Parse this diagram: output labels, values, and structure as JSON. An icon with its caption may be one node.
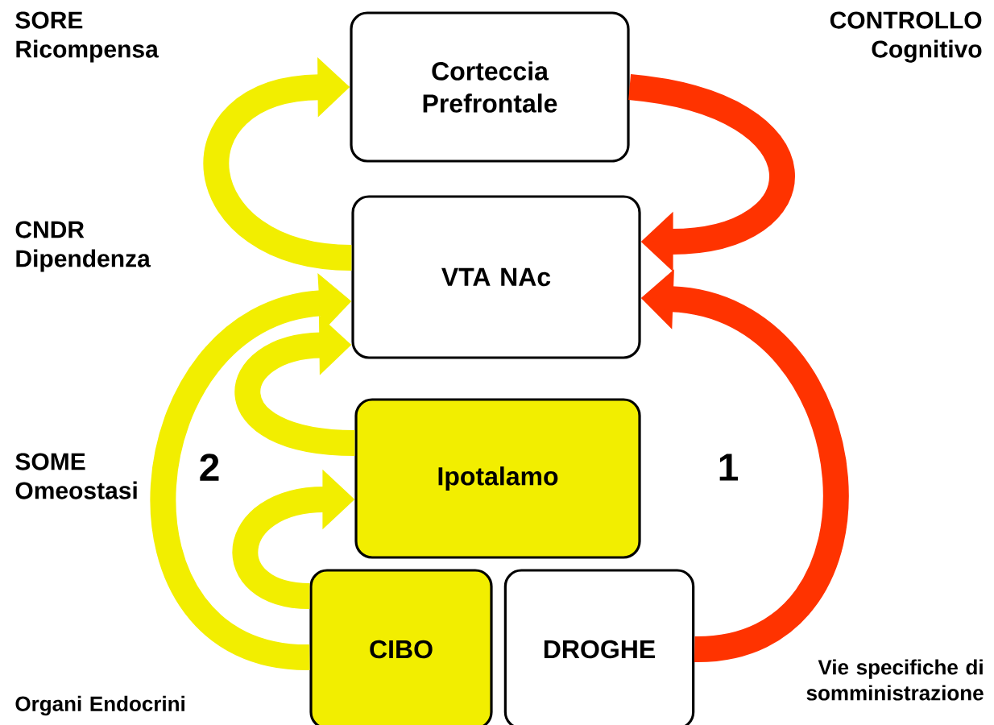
{
  "diagram": {
    "nodes": [
      {
        "text": [
          "Corteccia Prefrontale"
        ]
      },
      {
        "text": [
          "VTA NAc"
        ]
      },
      {
        "text": [
          "Ipotalamo"
        ]
      },
      {
        "text": [
          "CIBO"
        ]
      },
      {
        "text": [
          "DROGHE"
        ]
      }
    ],
    "edges": [
      {
        "from": 1,
        "to": 0,
        "arrow": "to",
        "color": "#f2ee00"
      },
      {
        "from": 0,
        "to": 1,
        "arrow": "to",
        "color": "#ff3300"
      },
      {
        "from": 3,
        "to": 1,
        "arrow": "to",
        "color": "#f2ee00"
      },
      {
        "from": 2,
        "to": 1,
        "arrow": "to",
        "color": "#f2ee00"
      },
      {
        "from": 3,
        "to": 2,
        "arrow": "to",
        "color": "#f2ee00"
      },
      {
        "from": 4,
        "to": 1,
        "arrow": "to",
        "color": "#ff3300"
      }
    ],
    "labels": [
      "SORE Ricompensa",
      "CONTROLLO Cognitivo",
      "CNDR Dipendenza",
      "SOME Omeostasi",
      "2",
      "1",
      "Organi Endocrini",
      "Vie specifiche di somministrazione"
    ]
  }
}
